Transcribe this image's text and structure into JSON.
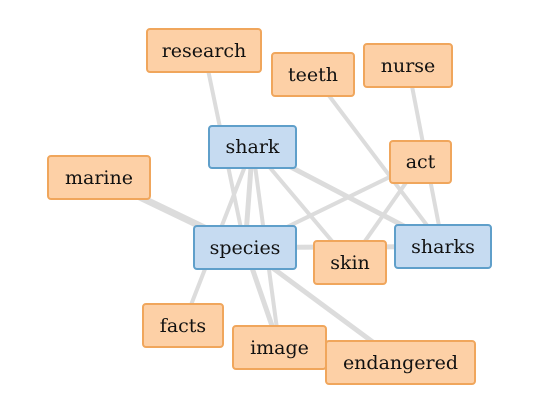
{
  "colors": {
    "primary_fill": "#c6dbf1",
    "primary_border": "#5f9fca",
    "secondary_fill": "#fdd0a6",
    "secondary_border": "#f0a65c",
    "edge": "#dcdcdc"
  },
  "nodes": [
    {
      "id": "research",
      "label": "research",
      "group": "secondary"
    },
    {
      "id": "teeth",
      "label": "teeth",
      "group": "secondary"
    },
    {
      "id": "nurse",
      "label": "nurse",
      "group": "secondary"
    },
    {
      "id": "shark",
      "label": "shark",
      "group": "primary"
    },
    {
      "id": "act",
      "label": "act",
      "group": "secondary"
    },
    {
      "id": "marine",
      "label": "marine",
      "group": "secondary"
    },
    {
      "id": "species",
      "label": "species",
      "group": "primary"
    },
    {
      "id": "skin",
      "label": "skin",
      "group": "secondary"
    },
    {
      "id": "sharks",
      "label": "sharks",
      "group": "primary"
    },
    {
      "id": "facts",
      "label": "facts",
      "group": "secondary"
    },
    {
      "id": "image",
      "label": "image",
      "group": "secondary"
    },
    {
      "id": "endangered",
      "label": "endangered",
      "group": "secondary"
    }
  ],
  "edges": [
    {
      "source": "research",
      "target": "species",
      "weight": 4
    },
    {
      "source": "teeth",
      "target": "sharks",
      "weight": 4
    },
    {
      "source": "nurse",
      "target": "sharks",
      "weight": 4
    },
    {
      "source": "act",
      "target": "species",
      "weight": 4
    },
    {
      "source": "act",
      "target": "skin",
      "weight": 4
    },
    {
      "source": "marine",
      "target": "species",
      "weight": 7
    },
    {
      "source": "shark",
      "target": "species",
      "weight": 5
    },
    {
      "source": "shark",
      "target": "sharks",
      "weight": 5
    },
    {
      "source": "shark",
      "target": "skin",
      "weight": 4
    },
    {
      "source": "shark",
      "target": "facts",
      "weight": 4
    },
    {
      "source": "shark",
      "target": "image",
      "weight": 4
    },
    {
      "source": "species",
      "target": "sharks",
      "weight": 5
    },
    {
      "source": "species",
      "target": "image",
      "weight": 5
    },
    {
      "source": "species",
      "target": "endangered",
      "weight": 5
    }
  ]
}
